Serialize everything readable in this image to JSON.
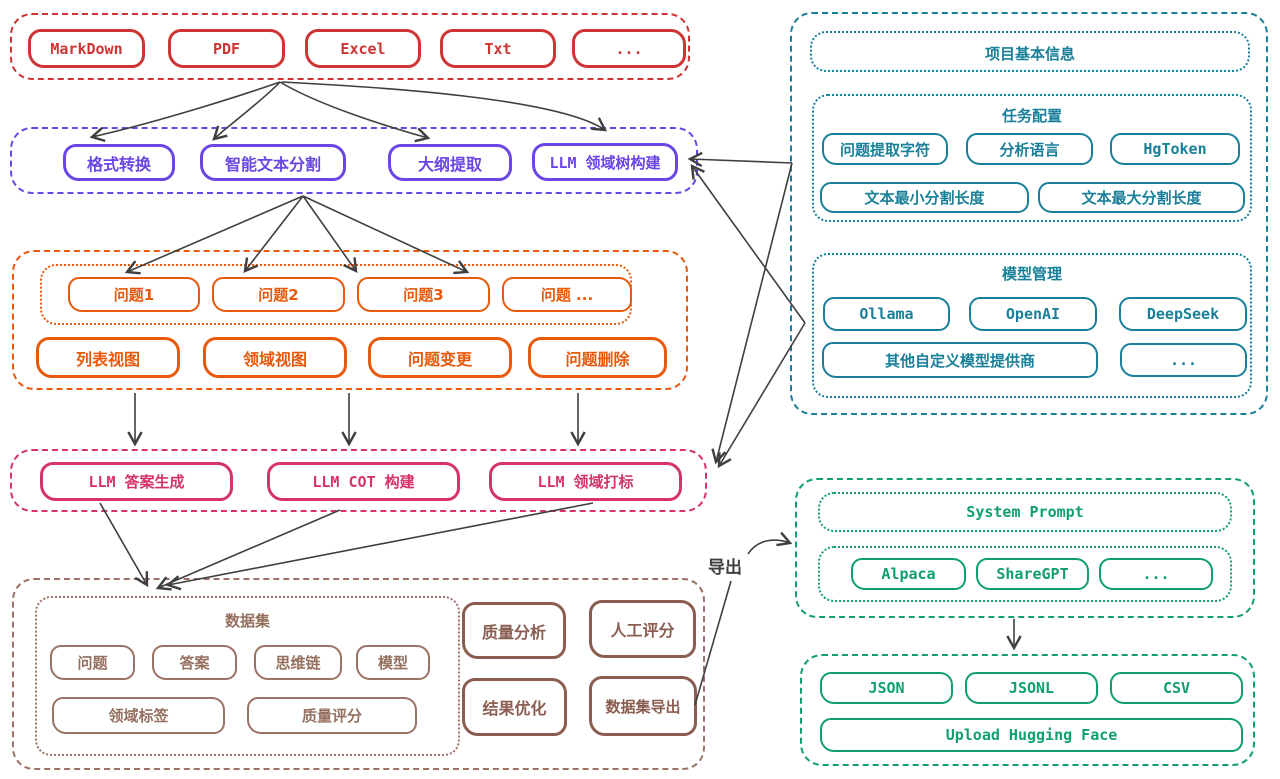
{
  "colors": {
    "red": "#cf3434",
    "purple": "#6a46e5",
    "orange": "#e8590c",
    "pink": "#d6336c",
    "brown": "#9b7265",
    "teal": "#1a8099",
    "green": "#10a06c",
    "arrow": "#3f3f3f"
  },
  "sources": {
    "items": [
      "MarkDown",
      "PDF",
      "Excel",
      "Txt",
      "..."
    ]
  },
  "processing": {
    "items": [
      "格式转换",
      "智能文本分割",
      "大纲提取",
      "LLM 领域树构建"
    ]
  },
  "questions": {
    "generated": [
      "问题1",
      "问题2",
      "问题3",
      "问题 ..."
    ],
    "actions": [
      "列表视图",
      "领域视图",
      "问题变更",
      "问题删除"
    ]
  },
  "llm": {
    "items": [
      "LLM 答案生成",
      "LLM COT 构建",
      "LLM 领域打标"
    ]
  },
  "dataset": {
    "title": "数据集",
    "fields_row1": [
      "问题",
      "答案",
      "思维链",
      "模型"
    ],
    "fields_row2": [
      "领域标签",
      "质量评分"
    ],
    "tools": [
      "质量分析",
      "人工评分",
      "结果优化",
      "数据集导出"
    ]
  },
  "project": {
    "info_title": "项目基本信息",
    "task": {
      "title": "任务配置",
      "row1": [
        "问题提取字符",
        "分析语言",
        "HgToken"
      ],
      "row2": [
        "文本最小分割长度",
        "文本最大分割长度"
      ]
    },
    "models": {
      "title": "模型管理",
      "row1": [
        "Ollama",
        "OpenAI",
        "DeepSeek"
      ],
      "row2": [
        "其他自定义模型提供商",
        "..."
      ]
    }
  },
  "export": {
    "prompt_title": "System Prompt",
    "formats": [
      "Alpaca",
      "ShareGPT",
      "..."
    ]
  },
  "output": {
    "formats": [
      "JSON",
      "JSONL",
      "CSV"
    ],
    "upload": "Upload Hugging Face"
  },
  "labels": {
    "export": "导出"
  }
}
